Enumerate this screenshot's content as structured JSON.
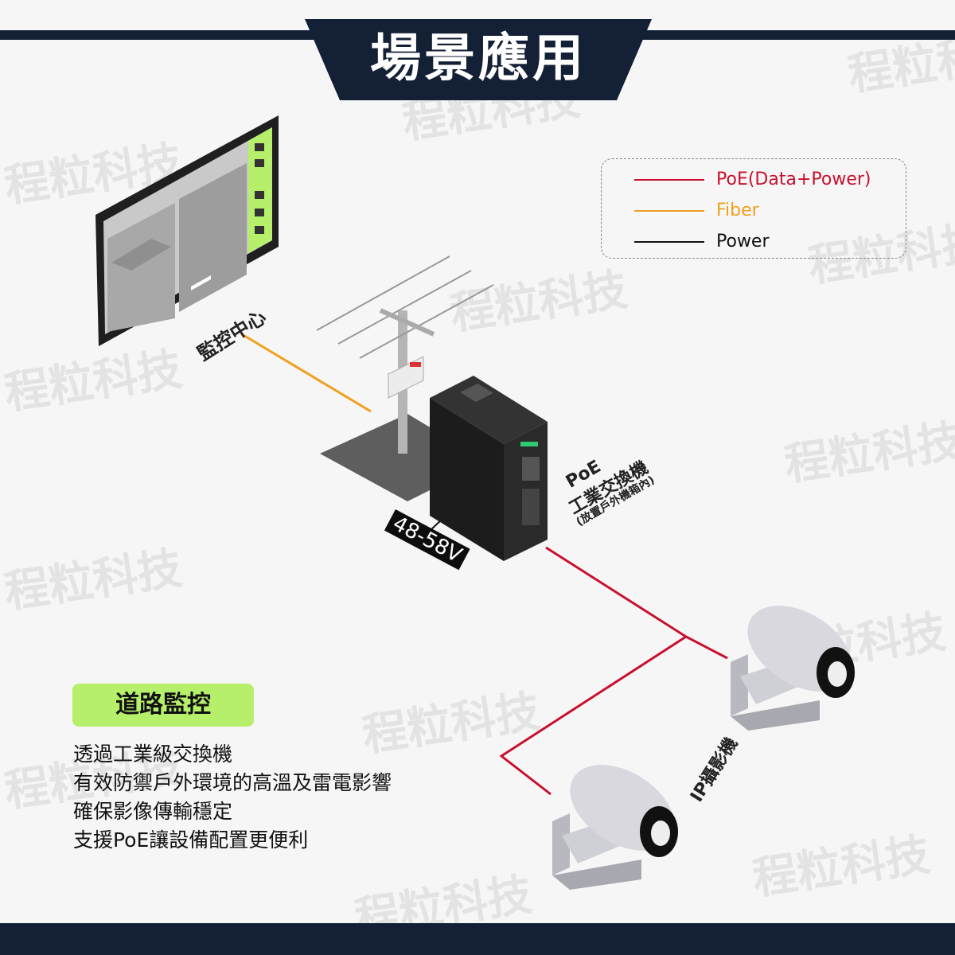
{
  "title": "場景應用",
  "legend": [
    {
      "label": "PoE(Data+Power)",
      "color": "#c8102e"
    },
    {
      "label": "Fiber",
      "color": "#f0a020"
    },
    {
      "label": "Power",
      "color": "#111111"
    }
  ],
  "labels": {
    "monitor_center": "監控中心",
    "switch_line1": "PoE",
    "switch_line2": "工業交換機",
    "switch_line3": "(放置戶外機箱內)",
    "voltage": "48-58V",
    "ip_camera": "IP攝影機"
  },
  "scenario": {
    "badge": "道路監控",
    "lines": [
      "透過工業級交換機",
      "有效防禦戶外環境的高溫及雷電影響",
      "確保影像傳輸穩定",
      "支援PoE讓設備配置更便利"
    ]
  },
  "watermark": "程粒科技",
  "colors": {
    "navy": "#142036",
    "accent_green": "#b6f06a",
    "poe_red": "#c8102e",
    "fiber_orange": "#f0a020",
    "power_black": "#111111"
  },
  "icons": [
    "monitor-icon",
    "utility-pole-icon",
    "switch-device-icon",
    "ip-camera-icon",
    "watermark-logo-icon"
  ]
}
